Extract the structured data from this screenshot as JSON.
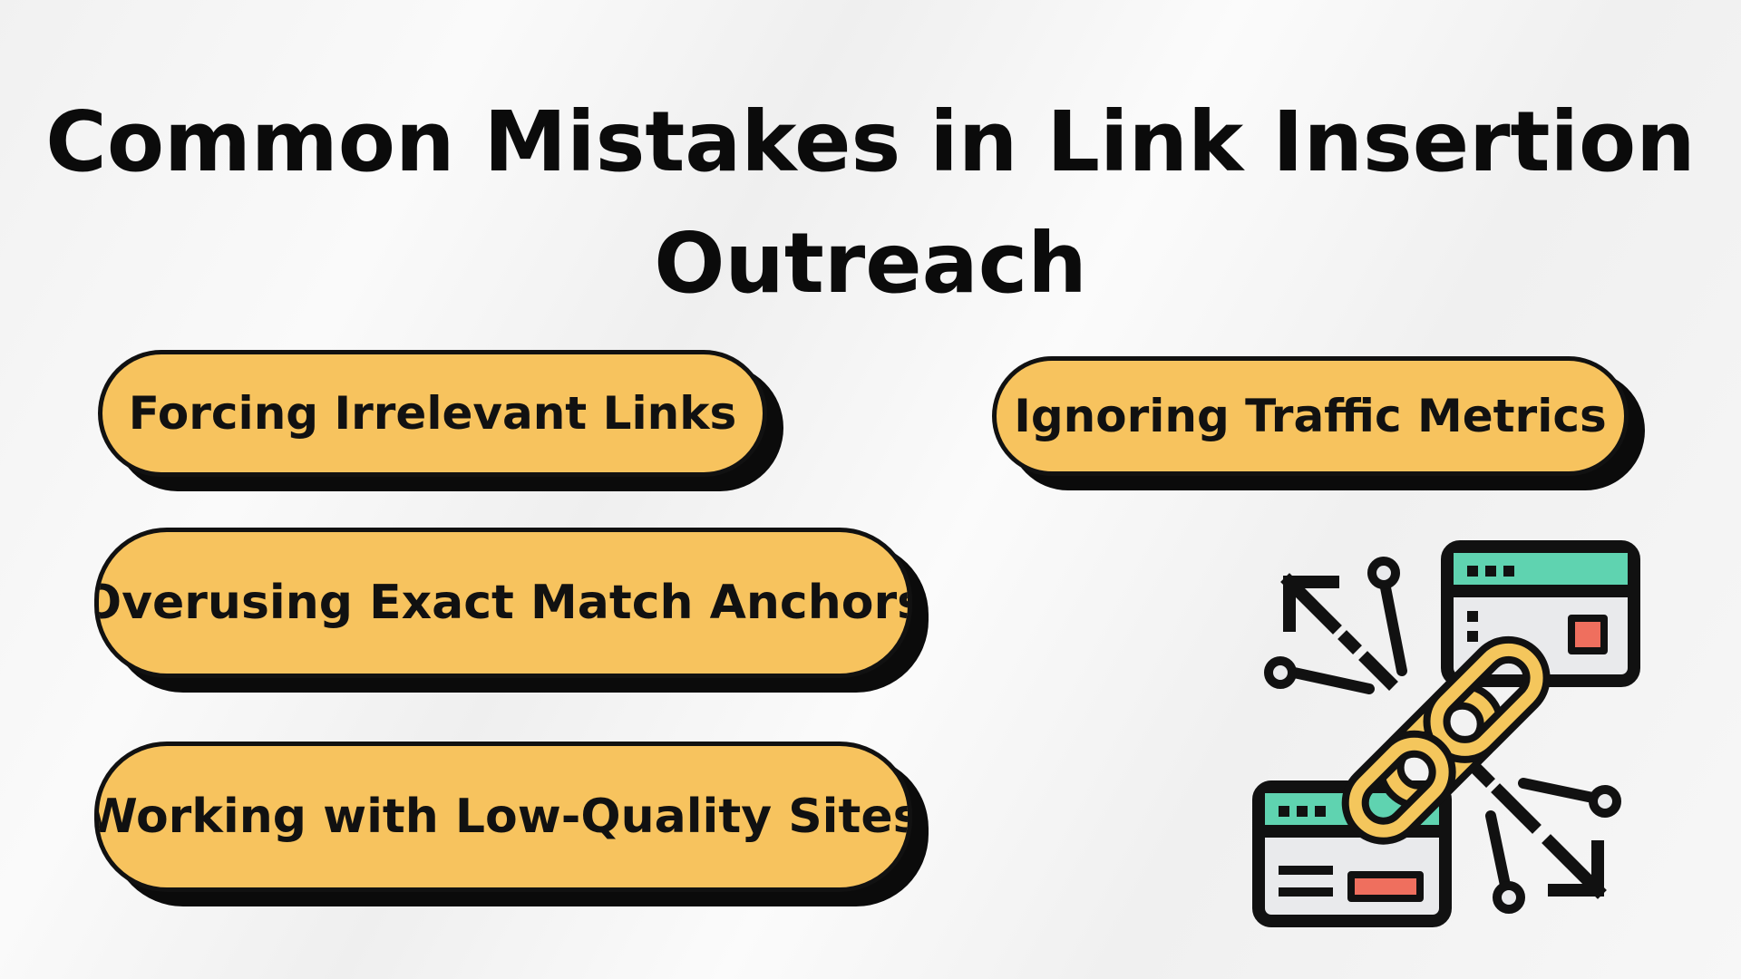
{
  "title": {
    "line1": "Common Mistakes in Link Insertion",
    "line2": "Outreach"
  },
  "mistakes": [
    "Forcing Irrelevant Links",
    "Ignoring Traffic Metrics",
    "Overusing Exact Match Anchors",
    "Working with Low-Quality Sites"
  ],
  "colors": {
    "pill_fill": "#f7c35e",
    "outline": "#111111",
    "browser_bar": "#5fd3b0",
    "browser_body": "#e9eaec",
    "accent_red": "#ef6f5e",
    "chain": "#f4c65c"
  },
  "illustration": {
    "icon": "link-building-icon"
  }
}
